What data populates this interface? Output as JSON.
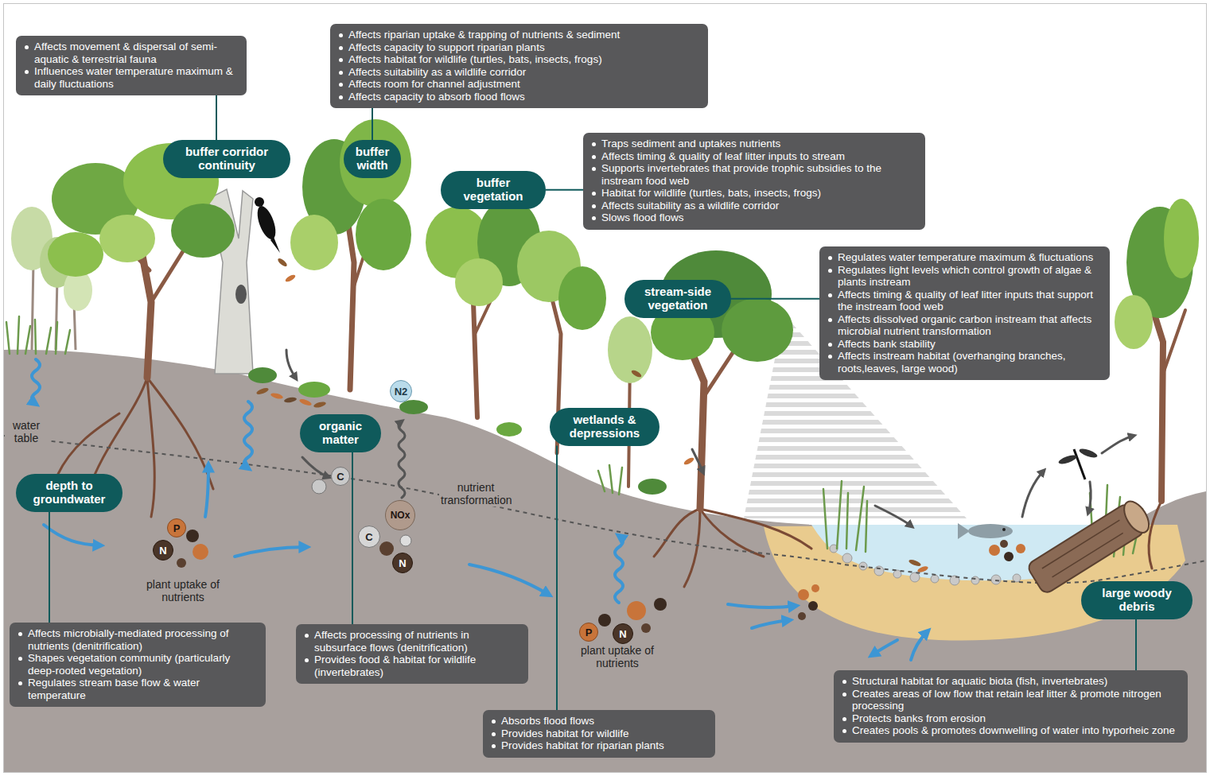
{
  "diagram": {
    "nodes": [
      {
        "text": [
          "Affects movement & dispersal of semi-aquatic & terrestrial fauna",
          "Influences water temperature maximum & daily fluctuations"
        ]
      },
      {
        "text": [
          "buffer corridor continuity"
        ]
      },
      {
        "text": [
          "Affects riparian uptake & trapping of nutrients & sediment",
          "Affects capacity to support riparian plants",
          "Affects habitat for wildlife (turtles, bats, insects, frogs)",
          "Affects suitability as a wildlife corridor",
          "Affects room for channel adjustment",
          "Affects capacity to absorb flood flows"
        ]
      },
      {
        "text": [
          "buffer width"
        ]
      },
      {
        "text": [
          "buffer vegetation"
        ]
      },
      {
        "text": [
          "Traps sediment and uptakes nutrients",
          "Affects timing & quality of leaf litter inputs to stream",
          "Supports invertebrates that provide trophic subsidies to the instream food web",
          "Habitat for wildlife (turtles, bats, insects, frogs)",
          "Affects suitability as a wildlife corridor",
          "Slows flood flows"
        ]
      },
      {
        "text": [
          "stream-side vegetation"
        ]
      },
      {
        "text": [
          "Regulates water temperature maximum & fluctuations",
          "Regulates light levels which control growth of algae & plants instream",
          "Affects timing & quality of leaf litter inputs that support the instream food web",
          "Affects dissolved organic carbon instream that affects microbial nutrient transformation",
          "Affects bank stability",
          "Affects instream habitat (overhanging branches, roots,leaves, large wood)"
        ]
      },
      {
        "text": [
          "depth to groundwater"
        ]
      },
      {
        "text": [
          "organic matter"
        ]
      },
      {
        "text": [
          "wetlands & depressions"
        ]
      },
      {
        "text": [
          "large woody debris"
        ]
      },
      {
        "text": [
          "N2"
        ]
      },
      {
        "text": [
          "C"
        ]
      },
      {
        "text": [
          "NOx"
        ]
      },
      {
        "text": [
          "C"
        ]
      },
      {
        "text": [
          "N"
        ]
      },
      {
        "text": [
          "P"
        ]
      },
      {
        "text": [
          "N"
        ]
      },
      {
        "text": [
          "P"
        ]
      },
      {
        "text": [
          "N"
        ]
      },
      {
        "text": [
          "Affects microbially-mediated processing of nutrients (denitrification)",
          "Shapes vegetation community (particularly deep-rooted vegetation)",
          "Regulates stream base flow & water temperature"
        ]
      },
      {
        "text": [
          "Affects processing of nutrients in subsurface flows (denitrification)",
          "Provides food & habitat for wildlife (invertebrates)"
        ]
      },
      {
        "text": [
          "Absorbs flood flows",
          "Provides habitat for wildlife",
          "Provides habitat for riparian plants"
        ]
      },
      {
        "text": [
          "Structural habitat for aquatic biota (fish, invertebrates)",
          "Creates areas of low flow that retain leaf litter & promote nitrogen processing",
          "Protects banks from erosion",
          "Creates pools & promotes downwelling of water into hyporheic zone"
        ]
      }
    ],
    "edges": [
      {
        "from": 1,
        "to": 0,
        "arrow": "none"
      },
      {
        "from": 3,
        "to": 2,
        "arrow": "none"
      },
      {
        "from": 4,
        "to": 5,
        "arrow": "none"
      },
      {
        "from": 6,
        "to": 7,
        "arrow": "none"
      },
      {
        "from": 8,
        "to": 21,
        "arrow": "none"
      },
      {
        "from": 9,
        "to": 22,
        "arrow": "none"
      },
      {
        "from": 10,
        "to": 23,
        "arrow": "none"
      },
      {
        "from": 11,
        "to": 24,
        "arrow": "none"
      }
    ],
    "labels": [
      "water table",
      "nutrient transformation",
      "plant uptake of nutrients",
      "plant uptake of nutrients"
    ]
  }
}
